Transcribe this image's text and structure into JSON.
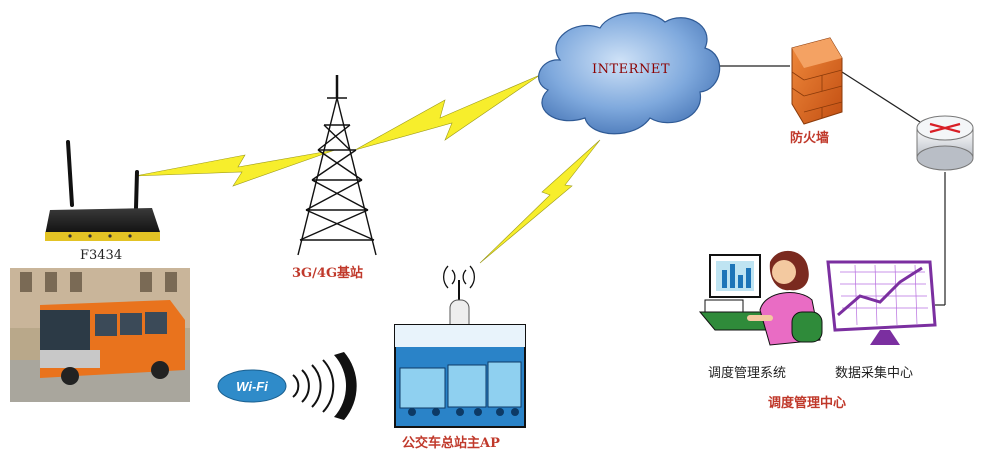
{
  "nodes": {
    "router": {
      "label": "F3434"
    },
    "base_station": {
      "label": "3G/4G基站"
    },
    "internet": {
      "label": "INTERNET"
    },
    "firewall": {
      "label": "防火墙"
    },
    "bus_terminal": {
      "label": "公交车总站主AP"
    },
    "dispatch_system": {
      "label": "调度管理系统"
    },
    "data_center": {
      "label": "数据采集中心"
    },
    "dispatch_center": {
      "label": "调度管理中心"
    },
    "wifi": {
      "label": "Wi-Fi"
    }
  },
  "colors": {
    "label_red": "#c0392b",
    "lightning": "#f7ee2c",
    "cloud": "#6f9fd8",
    "firewall": "#e06a1a"
  }
}
